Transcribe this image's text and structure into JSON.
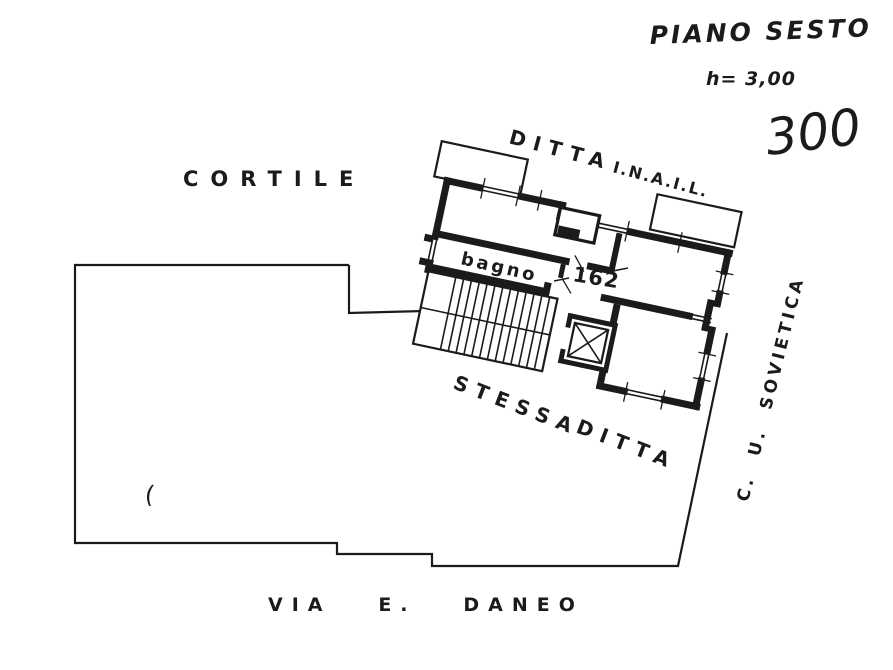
{
  "document": {
    "type": "floor-plan",
    "floor": "sixth"
  },
  "labels": {
    "floor_title": "PIANO SESTO",
    "height_note": "h= 3,00",
    "handwritten_area": "300",
    "ditta_top": "DITTA",
    "inail": "I.N.A.I.L.",
    "cortile": "CORTILE",
    "bagno": "bagno",
    "room_number": "162",
    "stessa": "STESSA",
    "ditta_bottom": "DITTA",
    "street_right": "C.  U.  SOVIETICA",
    "street_bottom": "VIA   E.   DANEO",
    "pen_mark": "("
  },
  "colors": {
    "ink": "#1b1b1b",
    "paper": "#ffffff"
  }
}
